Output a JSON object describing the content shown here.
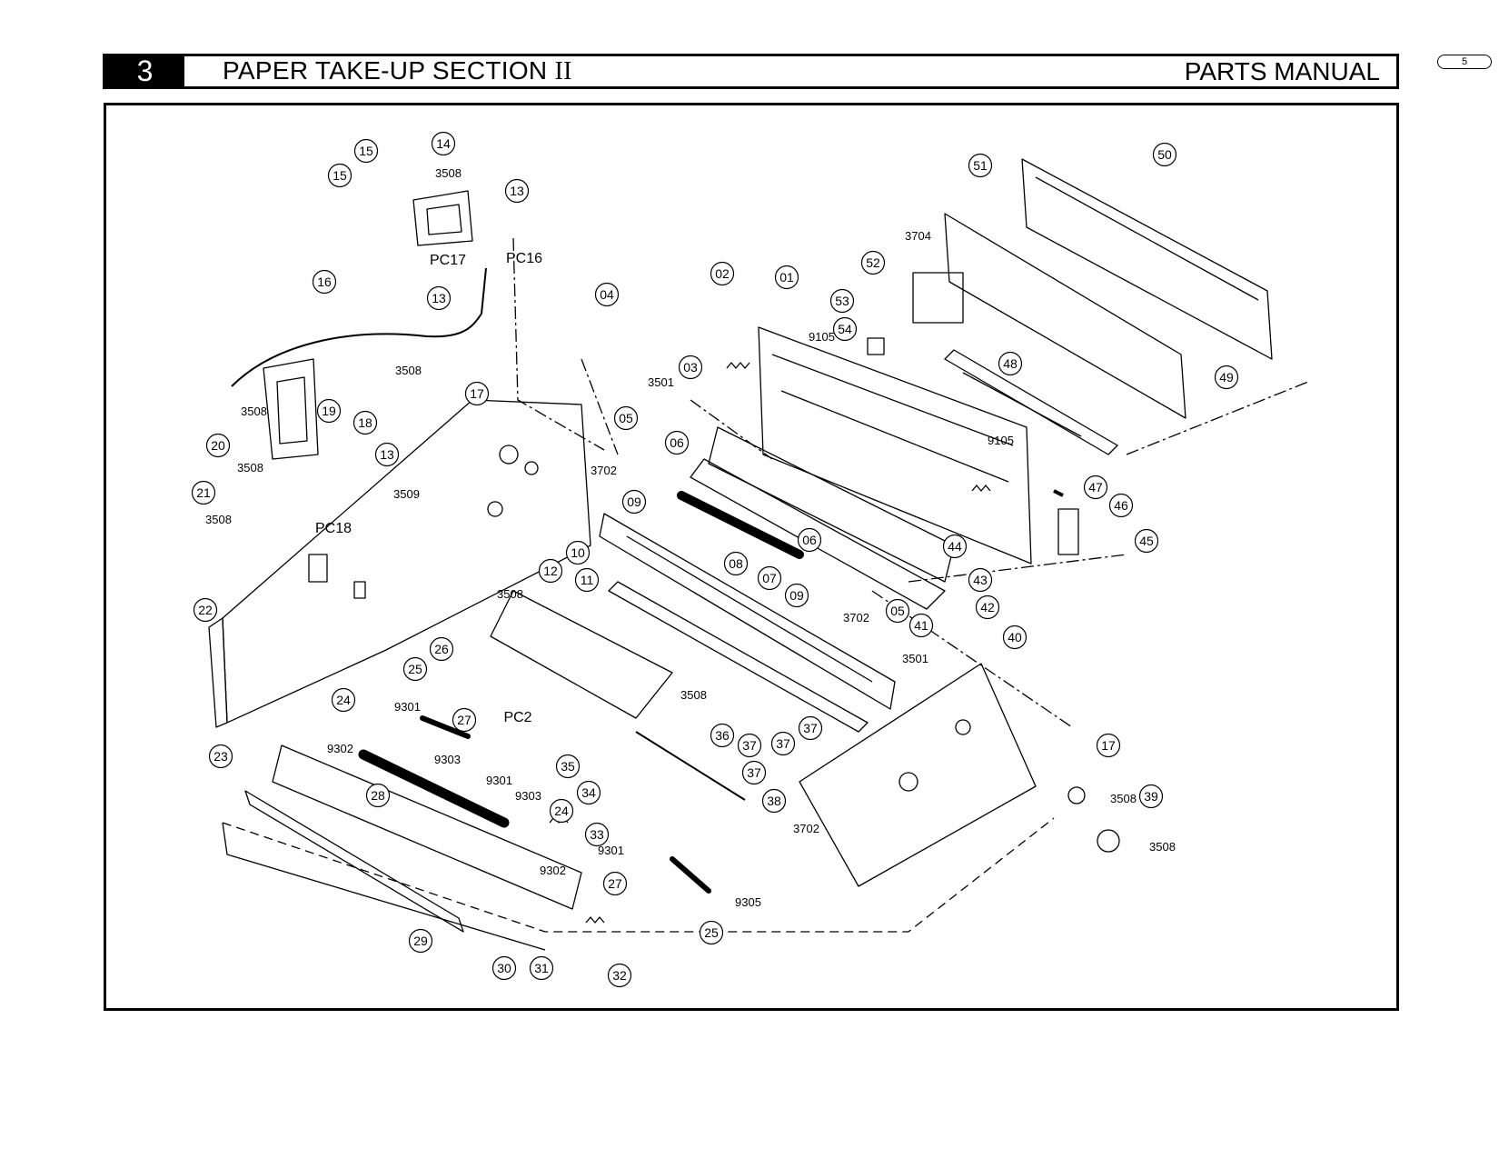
{
  "header": {
    "section_number": "3",
    "section_title": "PAPER TAKE-UP SECTION",
    "section_roman": "II",
    "manual_name": "PARTS MANUAL",
    "page_number": "5"
  },
  "diagram": {
    "callouts": [
      {
        "label": "15"
      },
      {
        "label": "15"
      },
      {
        "label": "14"
      },
      {
        "label": "13"
      },
      {
        "label": "13"
      },
      {
        "label": "16"
      },
      {
        "label": "17"
      },
      {
        "label": "19"
      },
      {
        "label": "18"
      },
      {
        "label": "13"
      },
      {
        "label": "20"
      },
      {
        "label": "21"
      },
      {
        "label": "22"
      },
      {
        "label": "04"
      },
      {
        "label": "02"
      },
      {
        "label": "01"
      },
      {
        "label": "03"
      },
      {
        "label": "05"
      },
      {
        "label": "06"
      },
      {
        "label": "09"
      },
      {
        "label": "10"
      },
      {
        "label": "11"
      },
      {
        "label": "12"
      },
      {
        "label": "08"
      },
      {
        "label": "07"
      },
      {
        "label": "06"
      },
      {
        "label": "09"
      },
      {
        "label": "05"
      },
      {
        "label": "41"
      },
      {
        "label": "42"
      },
      {
        "label": "43"
      },
      {
        "label": "44"
      },
      {
        "label": "45"
      },
      {
        "label": "46"
      },
      {
        "label": "47"
      },
      {
        "label": "48"
      },
      {
        "label": "49"
      },
      {
        "label": "50"
      },
      {
        "label": "51"
      },
      {
        "label": "52"
      },
      {
        "label": "53"
      },
      {
        "label": "54"
      },
      {
        "label": "40"
      },
      {
        "label": "26"
      },
      {
        "label": "25"
      },
      {
        "label": "24"
      },
      {
        "label": "27"
      },
      {
        "label": "23"
      },
      {
        "label": "28"
      },
      {
        "label": "35"
      },
      {
        "label": "34"
      },
      {
        "label": "36"
      },
      {
        "label": "37"
      },
      {
        "label": "37"
      },
      {
        "label": "37"
      },
      {
        "label": "37"
      },
      {
        "label": "38"
      },
      {
        "label": "24"
      },
      {
        "label": "33"
      },
      {
        "label": "27"
      },
      {
        "label": "25"
      },
      {
        "label": "29"
      },
      {
        "label": "30"
      },
      {
        "label": "31"
      },
      {
        "label": "32"
      },
      {
        "label": "17"
      },
      {
        "label": "39"
      }
    ],
    "part_codes": [
      {
        "label": "3508"
      },
      {
        "label": "3508"
      },
      {
        "label": "3508"
      },
      {
        "label": "3508"
      },
      {
        "label": "3508"
      },
      {
        "label": "3509"
      },
      {
        "label": "3501"
      },
      {
        "label": "3702"
      },
      {
        "label": "9105"
      },
      {
        "label": "9105"
      },
      {
        "label": "3704"
      },
      {
        "label": "3702"
      },
      {
        "label": "3501"
      },
      {
        "label": "3508"
      },
      {
        "label": "3508"
      },
      {
        "label": "9301"
      },
      {
        "label": "9302"
      },
      {
        "label": "9303"
      },
      {
        "label": "9301"
      },
      {
        "label": "9303"
      },
      {
        "label": "9301"
      },
      {
        "label": "9302"
      },
      {
        "label": "3702"
      },
      {
        "label": "9305"
      },
      {
        "label": "3508"
      },
      {
        "label": "3508"
      }
    ],
    "sensor_labels": [
      {
        "label": "PC17"
      },
      {
        "label": "PC16"
      },
      {
        "label": "PC18"
      },
      {
        "label": "PC2"
      }
    ]
  }
}
